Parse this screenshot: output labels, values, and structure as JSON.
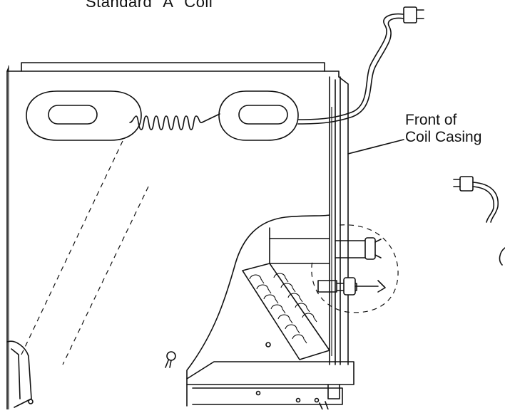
{
  "title": "Standard \"A\" Coil",
  "callout": {
    "line1": "Front of",
    "line2": "Coil Casing"
  },
  "colors": {
    "ink": "#111111",
    "background": "#ffffff"
  }
}
